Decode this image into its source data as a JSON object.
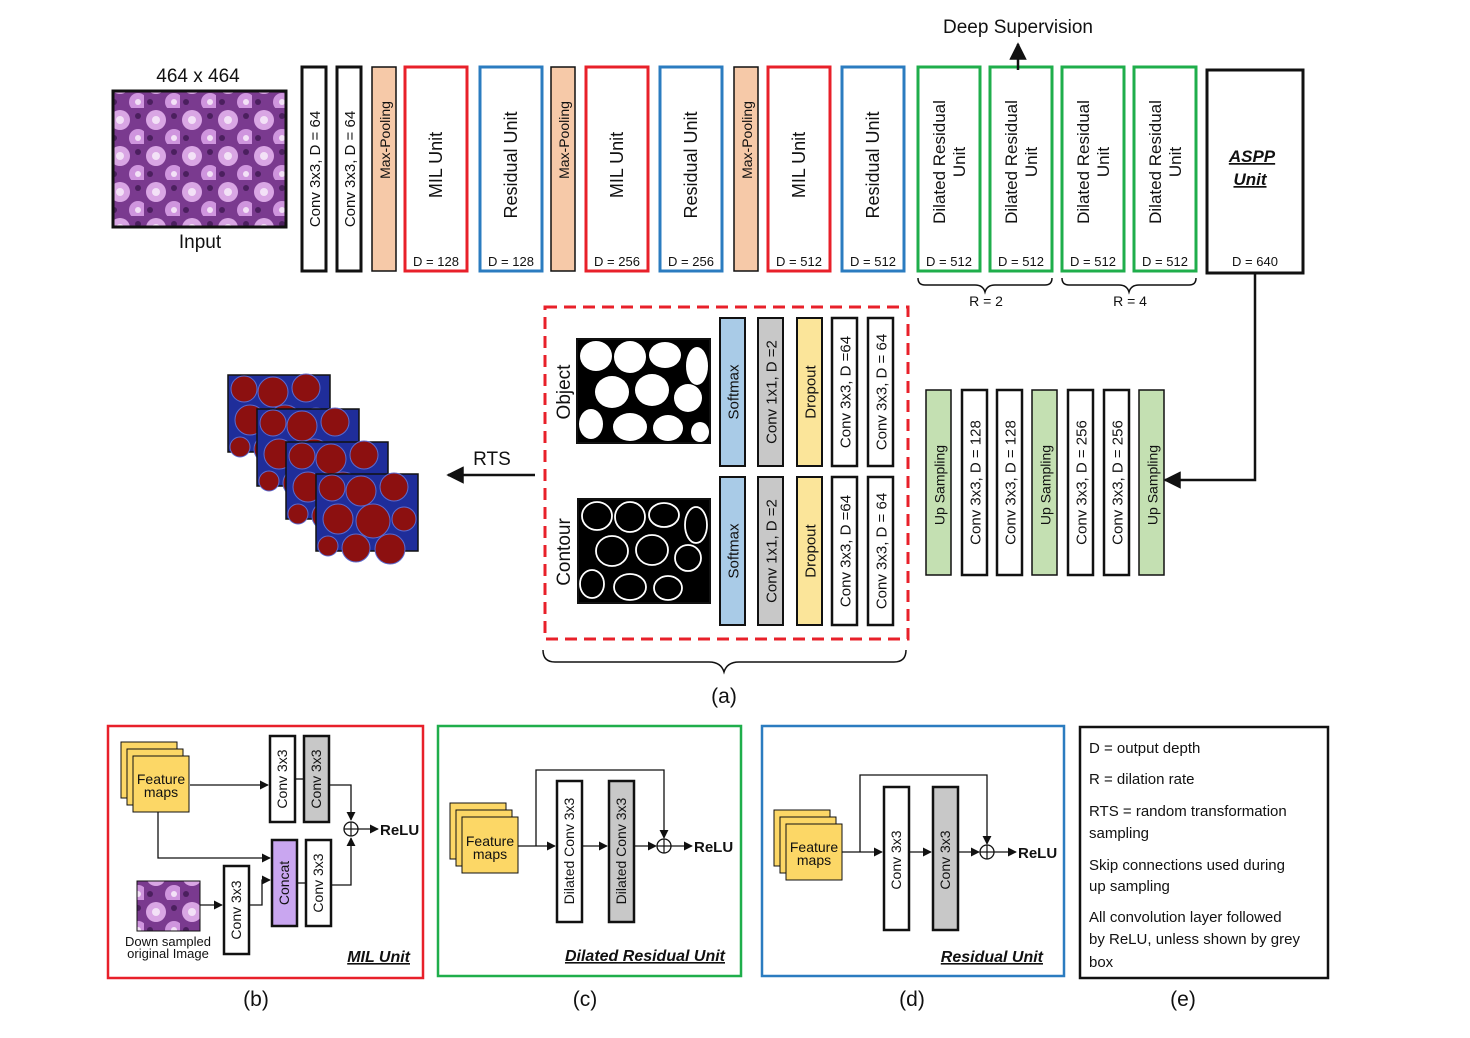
{
  "input": {
    "size_label": "464 x 464",
    "label": "Input"
  },
  "deep_supervision": "Deep Supervision",
  "encoder": [
    {
      "text": "Conv 3x3, D = 64",
      "kind": "black"
    },
    {
      "text": "Conv 3x3, D = 64",
      "kind": "black"
    },
    {
      "text": "Max-Pooling",
      "kind": "pool"
    },
    {
      "text": "MIL Unit",
      "depth": "D = 128",
      "kind": "red"
    },
    {
      "text": "Residual Unit",
      "depth": "D = 128",
      "kind": "blue"
    },
    {
      "text": "Max-Pooling",
      "kind": "pool"
    },
    {
      "text": "MIL Unit",
      "depth": "D = 256",
      "kind": "red"
    },
    {
      "text": "Residual Unit",
      "depth": "D = 256",
      "kind": "blue"
    },
    {
      "text": "Max-Pooling",
      "kind": "pool"
    },
    {
      "text": "MIL Unit",
      "depth": "D = 512",
      "kind": "red"
    },
    {
      "text": "Residual Unit",
      "depth": "D = 512",
      "kind": "blue"
    },
    {
      "text": "Dilated Residual Unit",
      "depth": "D = 512",
      "kind": "green"
    },
    {
      "text": "Dilated Residual Unit",
      "depth": "D = 512",
      "kind": "green"
    },
    {
      "text": "Dilated Residual Unit",
      "depth": "D = 512",
      "kind": "green"
    },
    {
      "text": "Dilated Residual Unit",
      "depth": "D = 512",
      "kind": "green"
    }
  ],
  "dilation": {
    "r2": "R = 2",
    "r4": "R = 4"
  },
  "aspp": {
    "title": "ASPP Unit",
    "depth": "D = 640"
  },
  "decoder": [
    "Up Sampling",
    "Conv 3x3, D = 128",
    "Conv 3x3, D = 128",
    "Up Sampling",
    "Conv 3x3, D = 256",
    "Conv 3x3, D = 256",
    "Up Sampling"
  ],
  "outputs": {
    "object_label": "Object",
    "contour_label": "Contour",
    "object_layers": [
      "Softmax",
      "Conv 1x1, D =2",
      "Dropout",
      "Conv 3x3, D =64",
      "Conv 3x3, D = 64"
    ],
    "contour_layers": [
      "Softmax",
      "Conv 1x1, D =2",
      "Dropout",
      "Conv 3x3, D =64",
      "Conv 3x3, D = 64"
    ],
    "rts": "RTS"
  },
  "panel_labels": {
    "a": "(a)",
    "b": "(b)",
    "c": "(c)",
    "d": "(d)",
    "e": "(e)"
  },
  "mil_panel": {
    "feature_maps": "Feature maps",
    "conv_a": "Conv 3x3",
    "conv_b": "Conv 3x3",
    "concat": "Concat",
    "conv_c": "Conv 3x3",
    "conv_d": "Conv 3x3",
    "relu": "ReLU",
    "down_sampled": "Down sampled original Image",
    "title": "MIL Unit"
  },
  "dilated_panel": {
    "feature_maps": "Feature maps",
    "conv_a": "Dilated Conv 3x3",
    "conv_b": "Dilated Conv 3x3",
    "relu": "ReLU",
    "title": "Dilated Residual Unit"
  },
  "residual_panel": {
    "feature_maps": "Feature maps",
    "conv_a": "Conv 3x3",
    "conv_b": "Conv 3x3",
    "relu": "ReLU",
    "title": "Residual Unit"
  },
  "legend": {
    "line1": "D = output depth",
    "line2": "R = dilation rate",
    "line3a": "RTS = random transformation",
    "line3b": "sampling",
    "line4a": "Skip connections used during",
    "line4b": "up sampling",
    "line5a": "All convolution layer followed",
    "line5b": "by ReLU, unless shown by grey",
    "line5c": "box"
  },
  "colors": {
    "red": "#e8202a",
    "blue": "#2b7cc0",
    "green": "#1fae4b",
    "pool": "#f6c9a8",
    "softmax": "#a9cbe7",
    "grey": "#c8c8c8",
    "dropout": "#fbe59a",
    "upsample": "#c4e0b2",
    "feature": "#fcd766",
    "concat": "#c9a6f0",
    "dashed": "#e8202a",
    "tissue": "#8a3fa5",
    "gland_red": "#8c1010",
    "gland_blue": "#1f2d9a"
  }
}
